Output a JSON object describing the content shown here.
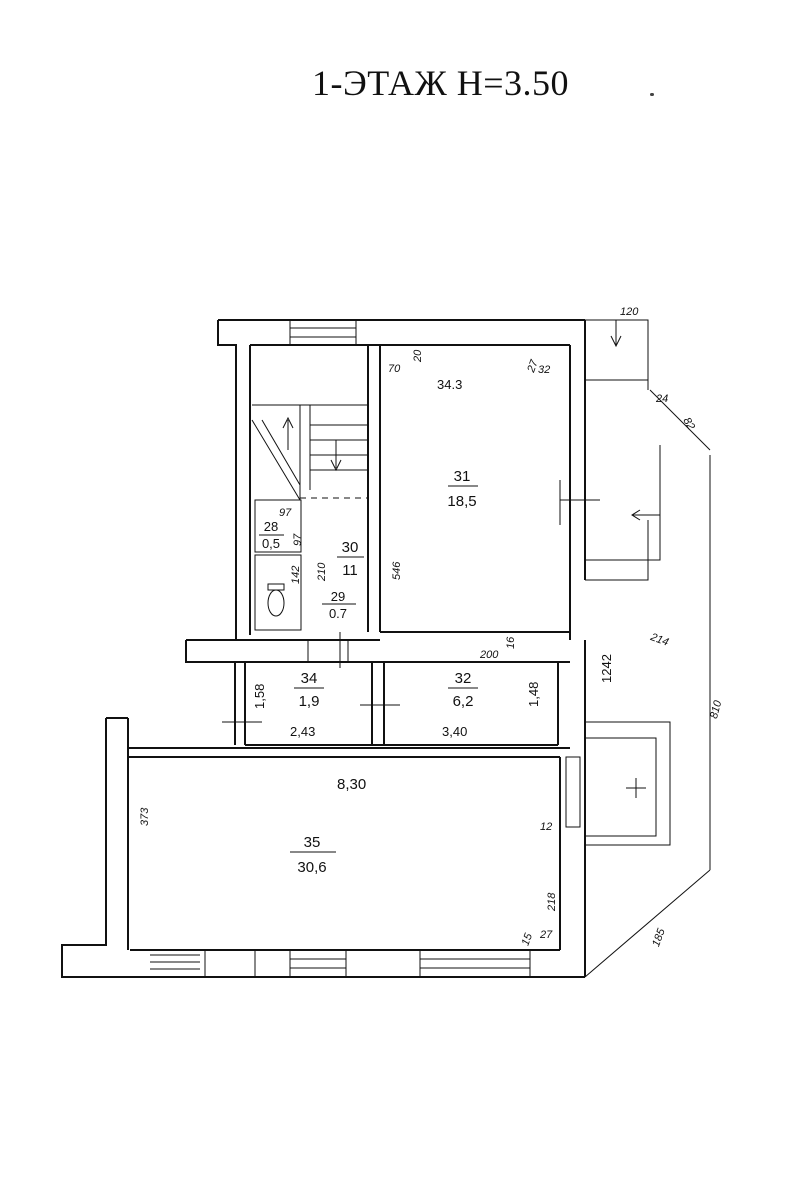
{
  "title": "1-ЭТАЖ  Н=3.50",
  "rooms": [
    {
      "number": "31",
      "area": "18,5"
    },
    {
      "number": "30",
      "area": "11"
    },
    {
      "number": "28",
      "area": "0,5"
    },
    {
      "number": "29",
      "area": "0.7"
    },
    {
      "number": "34",
      "area": "1,9"
    },
    {
      "number": "32",
      "area": "6,2"
    },
    {
      "number": "35",
      "area": "30,6"
    }
  ],
  "dimensions": {
    "d120": "120",
    "d70": "70",
    "d20": "20",
    "d343": "34.3",
    "d27a": "27",
    "d32": "32",
    "d24": "24",
    "d82": "82",
    "d97a": "97",
    "d97b": "97",
    "d210": "210",
    "d142": "142",
    "d546": "546",
    "d200": "200",
    "d16": "16",
    "d214": "214",
    "d1242": "1242",
    "d810": "810",
    "d158": "1,58",
    "d148": "1,48",
    "d243": "2,43",
    "d340": "3,40",
    "d830": "8,30",
    "d373": "373",
    "d12": "12",
    "d218": "218",
    "d15": "15",
    "d27b": "27",
    "d185": "185"
  }
}
